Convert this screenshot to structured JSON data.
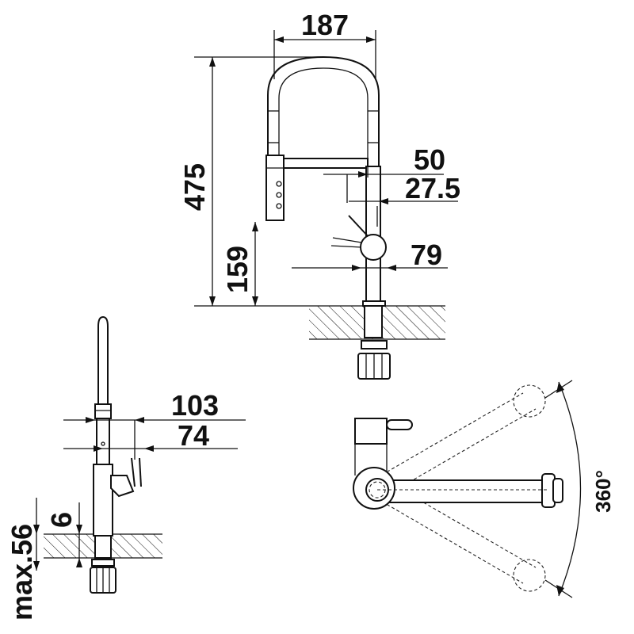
{
  "dimensions": {
    "top_width": "187",
    "total_height": "475",
    "spout_reach": "50",
    "spout_reach_b": "27.5",
    "body_diameter": "79",
    "base_height": "159",
    "side_reach": "103",
    "side_reach_b": "74",
    "plate_thickness": "6",
    "max_counter": "max.56",
    "rotation": "360°"
  },
  "colors": {
    "line": "#111111",
    "background": "#ffffff"
  }
}
